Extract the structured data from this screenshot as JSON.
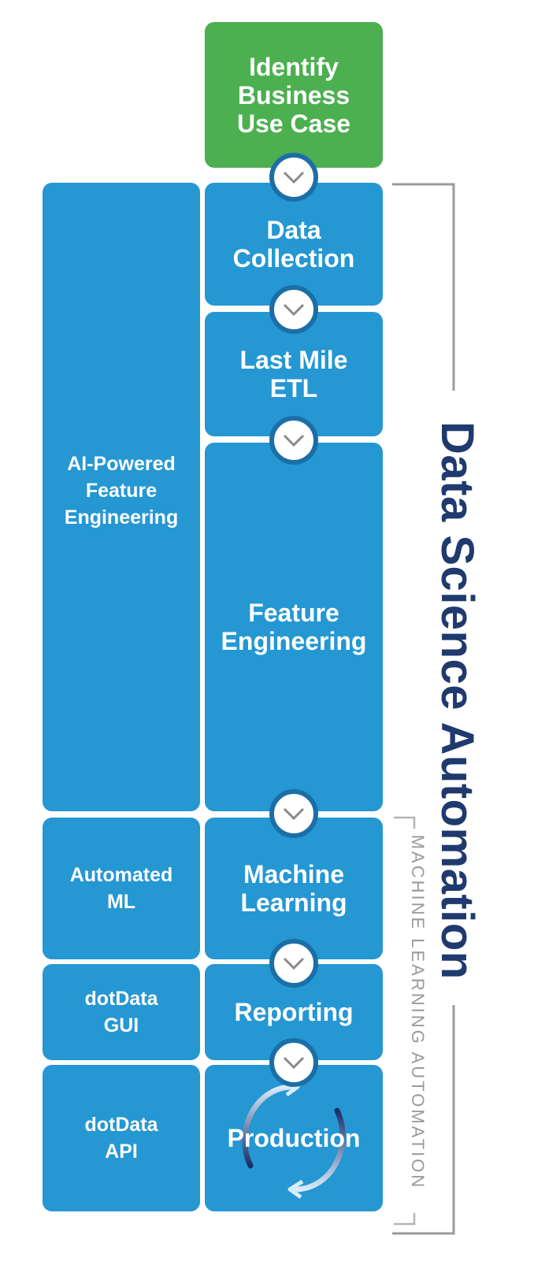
{
  "workflow": {
    "steps": [
      {
        "label": "Identify\nBusiness\nUse Case"
      },
      {
        "label": "Data\nCollection"
      },
      {
        "label": "Last Mile\nETL"
      },
      {
        "label": "Feature\nEngineering"
      },
      {
        "label": "Machine\nLearning"
      },
      {
        "label": "Reporting"
      },
      {
        "label": "Production"
      }
    ]
  },
  "features": [
    {
      "label": "AI-Powered\nFeature\nEngineering"
    },
    {
      "label": "Automated\nML"
    },
    {
      "label": "dotData\nGUI"
    },
    {
      "label": "dotData\nAPI"
    }
  ],
  "brackets": {
    "data_science_automation": "Data Science Automation",
    "machine_learning_automation": "MACHINE LEARNING AUTOMATION"
  },
  "colors": {
    "green": "#4caf50",
    "blue": "#2597d3",
    "chevron_ring": "#1b6fa6",
    "navy_text": "#1f3a6e",
    "bracket_gray": "#9a9a9a"
  }
}
